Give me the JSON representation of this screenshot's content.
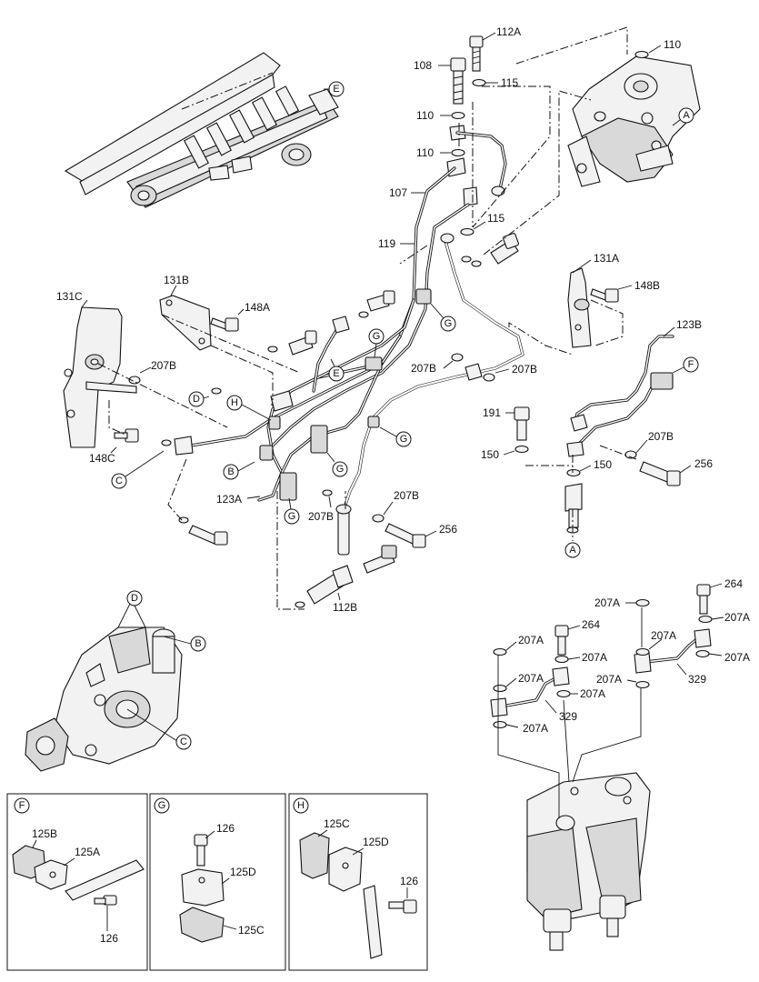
{
  "callouts": {
    "c112A": "112A",
    "c110a": "110",
    "c108": "108",
    "c115a": "115",
    "c110b": "110",
    "c110c": "110",
    "c107": "107",
    "c115b": "115",
    "c119": "119",
    "c131A": "131A",
    "c148B": "148B",
    "c123B": "123B",
    "c131B": "131B",
    "c148A": "148A",
    "c131C": "131C",
    "c207B_a": "207B",
    "c207B_b": "207B",
    "c207B_c": "207B",
    "c207B_d": "207B",
    "c207B_e": "207B",
    "c207B_f": "207B",
    "c191": "191",
    "c150a": "150",
    "c150b": "150",
    "c256a": "256",
    "c256b": "256",
    "c148C": "148C",
    "c123A": "123A",
    "c112B": "112B",
    "c264a": "264",
    "c264b": "264",
    "c207A_1": "207A",
    "c207A_2": "207A",
    "c207A_3": "207A",
    "c207A_4": "207A",
    "c207A_5": "207A",
    "c207A_6": "207A",
    "c207A_7": "207A",
    "c207A_8": "207A",
    "c207A_9": "207A",
    "c207A_10": "207A",
    "c329a": "329",
    "c329b": "329"
  },
  "refs": {
    "E": "E",
    "A": "A",
    "G": "G",
    "F": "F",
    "C": "C",
    "D": "D",
    "H": "H",
    "B": "B"
  },
  "detail_boxes": {
    "F": {
      "title": "F",
      "labels": {
        "l125B": "125B",
        "l125A": "125A",
        "l126": "126"
      }
    },
    "G": {
      "title": "G",
      "labels": {
        "l126": "126",
        "l125D": "125D",
        "l125C": "125C"
      }
    },
    "H": {
      "title": "H",
      "labels": {
        "l125C": "125C",
        "l125D": "125D",
        "l126": "126"
      }
    }
  }
}
